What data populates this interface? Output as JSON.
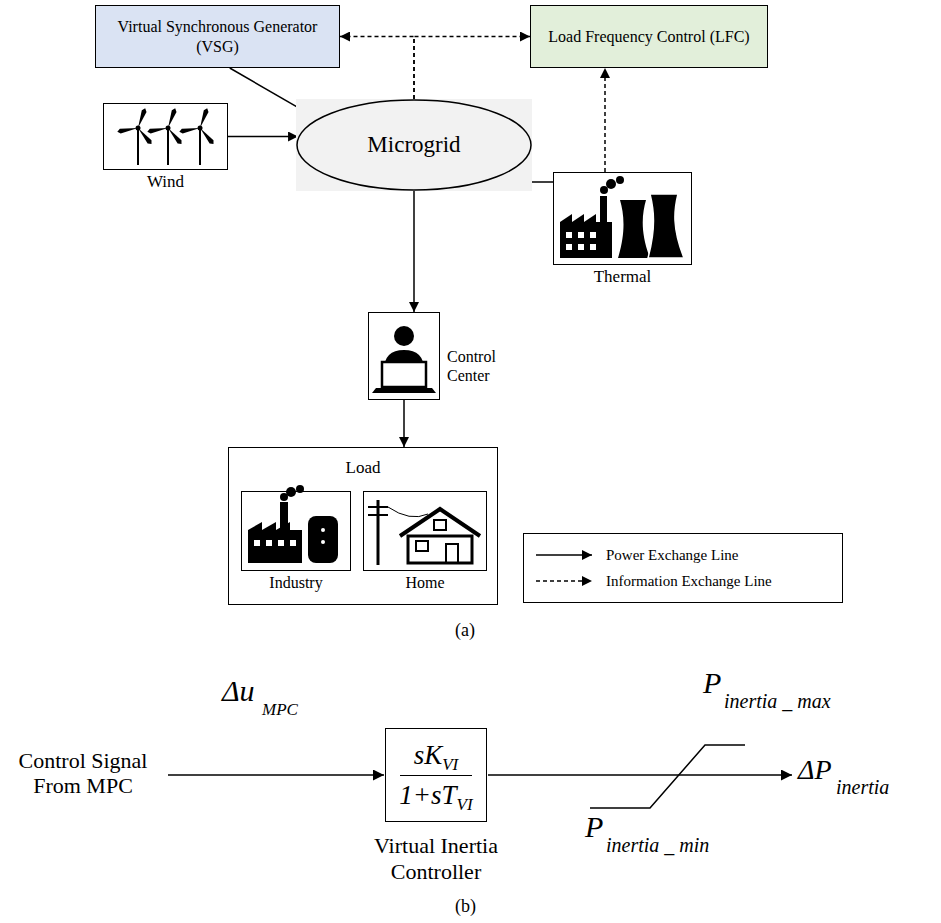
{
  "diagram": {
    "nodes": [
      {
        "text": [
          "Virtual Synchronous Generator (VSG)"
        ]
      },
      {
        "text": [
          "Load Frequency Control (LFC)"
        ]
      },
      {
        "text": [
          "Wind"
        ]
      },
      {
        "text": [
          "Microgrid"
        ]
      },
      {
        "text": [
          "Thermal"
        ]
      },
      {
        "text": [
          "Control Center"
        ]
      },
      {
        "text": [
          "Load"
        ]
      },
      {
        "text": [
          "Industry"
        ],
        "in": 6
      },
      {
        "text": [
          "Home"
        ],
        "in": 6
      },
      {
        "text": [
          "sK",
          "VI",
          "1+sT",
          "VI",
          "Virtual Inertia Controller"
        ]
      }
    ],
    "edges": [
      {
        "from": 3,
        "to": 0,
        "arrow": "to"
      },
      {
        "from": 3,
        "to": 1,
        "arrow": "to"
      },
      {
        "from": 0,
        "to": 3,
        "arrow": "to"
      },
      {
        "from": 2,
        "to": 3,
        "arrow": "to"
      },
      {
        "from": 4,
        "to": 3,
        "arrow": "to"
      },
      {
        "from": 4,
        "to": 1,
        "arrow": "to"
      },
      {
        "from": 3,
        "to": 5,
        "arrow": "to"
      },
      {
        "from": 5,
        "to": 6,
        "arrow": "to"
      }
    ],
    "labels": [
      "(a)",
      "Control Signal From MPC",
      "Δu",
      "MPC",
      "P",
      "inertia _ max",
      "P",
      "inertia _ min",
      "ΔP",
      "inertia",
      "(b)"
    ],
    "legend": [
      {
        "text": "Power Exchange Line"
      },
      {
        "text": "Information Exchange Line"
      }
    ]
  }
}
